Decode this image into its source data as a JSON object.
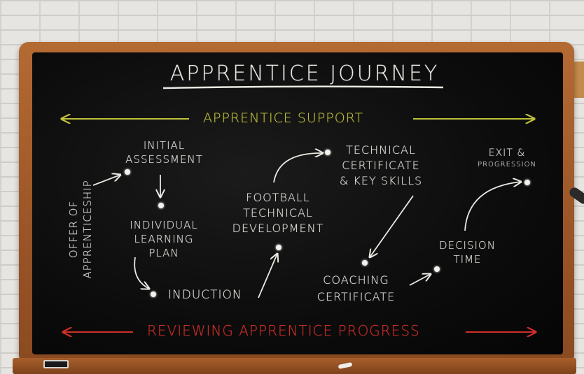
{
  "title": "Apprentice Journey",
  "top_band": "Apprentice Support",
  "bottom_band": "Reviewing Apprentice Progress",
  "steps": {
    "offer": "Offer of Apprenticeship",
    "initial_assessment_1": "Initial",
    "initial_assessment_2": "Assessment",
    "individual_plan_1": "Individual",
    "individual_plan_2": "Learning",
    "individual_plan_3": "Plan",
    "induction": "Induction",
    "football_1": "Football",
    "football_2": "Technical",
    "football_3": "Development",
    "technical_1": "Technical",
    "technical_2": "Certificate",
    "technical_3": "& Key Skills",
    "coaching_1": "Coaching",
    "coaching_2": "Certificate",
    "decision_1": "Decision",
    "decision_2": "Time",
    "exit_1": "Exit &",
    "exit_2": "Progression"
  },
  "colors": {
    "chalk_white": "#e9e9e3",
    "chalk_yellow": "#bfc23a",
    "chalk_red": "#cf2f2a",
    "board": "#0c0c0c",
    "frame": "#9a5426"
  }
}
